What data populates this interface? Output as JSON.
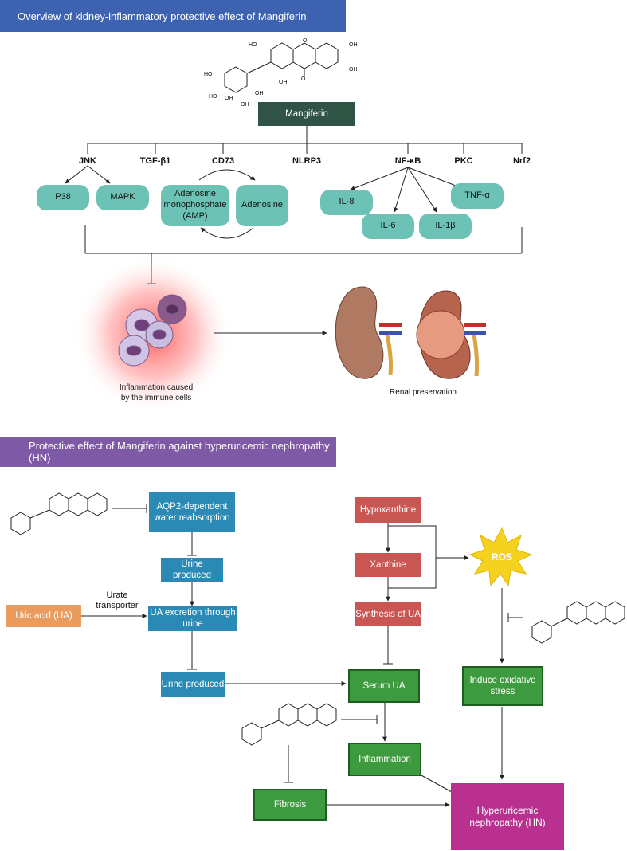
{
  "section1": {
    "title": "Overview of kidney-inflammatory protective effect of Mangiferin",
    "center": "Mangiferin",
    "targets": [
      "JNK",
      "TGF-β1",
      "CD73",
      "NLRP3",
      "NF-κB",
      "PKC",
      "Nrf2"
    ],
    "jnk_children": [
      "P38",
      "MAPK"
    ],
    "cd73_children": [
      "Adenosine monophosphate (AMP)",
      "Adenosine"
    ],
    "nfkb_children": [
      "IL-8",
      "IL-6",
      "IL-1β",
      "TNF-α"
    ],
    "inflammation_caption": "Inflammation caused\nby the immune cells",
    "renal_caption": "Renal preservation",
    "molecule_labels": [
      "HO",
      "OH",
      "OH",
      "OH",
      "OH",
      "HO",
      "HO",
      "OH",
      "OH",
      "O",
      "O"
    ]
  },
  "section2": {
    "title": "Protective effect of Mangiferin against hyperuricemic nephropathy (HN)",
    "aqp2": "AQP2-dependent water reabsorption",
    "urine_produced_1": "Urine produced",
    "uric_acid": "Uric acid (UA)",
    "urate_transporter": "Urate transporter",
    "ua_excretion": "UA excretion through urine",
    "urine_produced_2": "Urine produced",
    "hypoxanthine": "Hypoxanthine",
    "xanthine": "Xanthine",
    "synthesis_ua": "Synthesis of UA",
    "ros": "ROS",
    "serum_ua": "Serum UA",
    "oxidative": "Induce oxidative stress",
    "inflammation": "Inflammation",
    "fibrosis": "Fibrosis",
    "hn": "Hyperuricemic nephropathy (HN)"
  },
  "colors": {
    "banner_blue": "#3d63b0",
    "banner_purple": "#7e5aa6",
    "teal_pill": "#6cc2b5",
    "blue_box": "#2b8ab5",
    "red_box": "#c95652",
    "green_box": "#3e9a3f",
    "orange_box": "#ea9b5e",
    "pink_box": "#b9308f",
    "ros_star": "#f5d21f"
  }
}
